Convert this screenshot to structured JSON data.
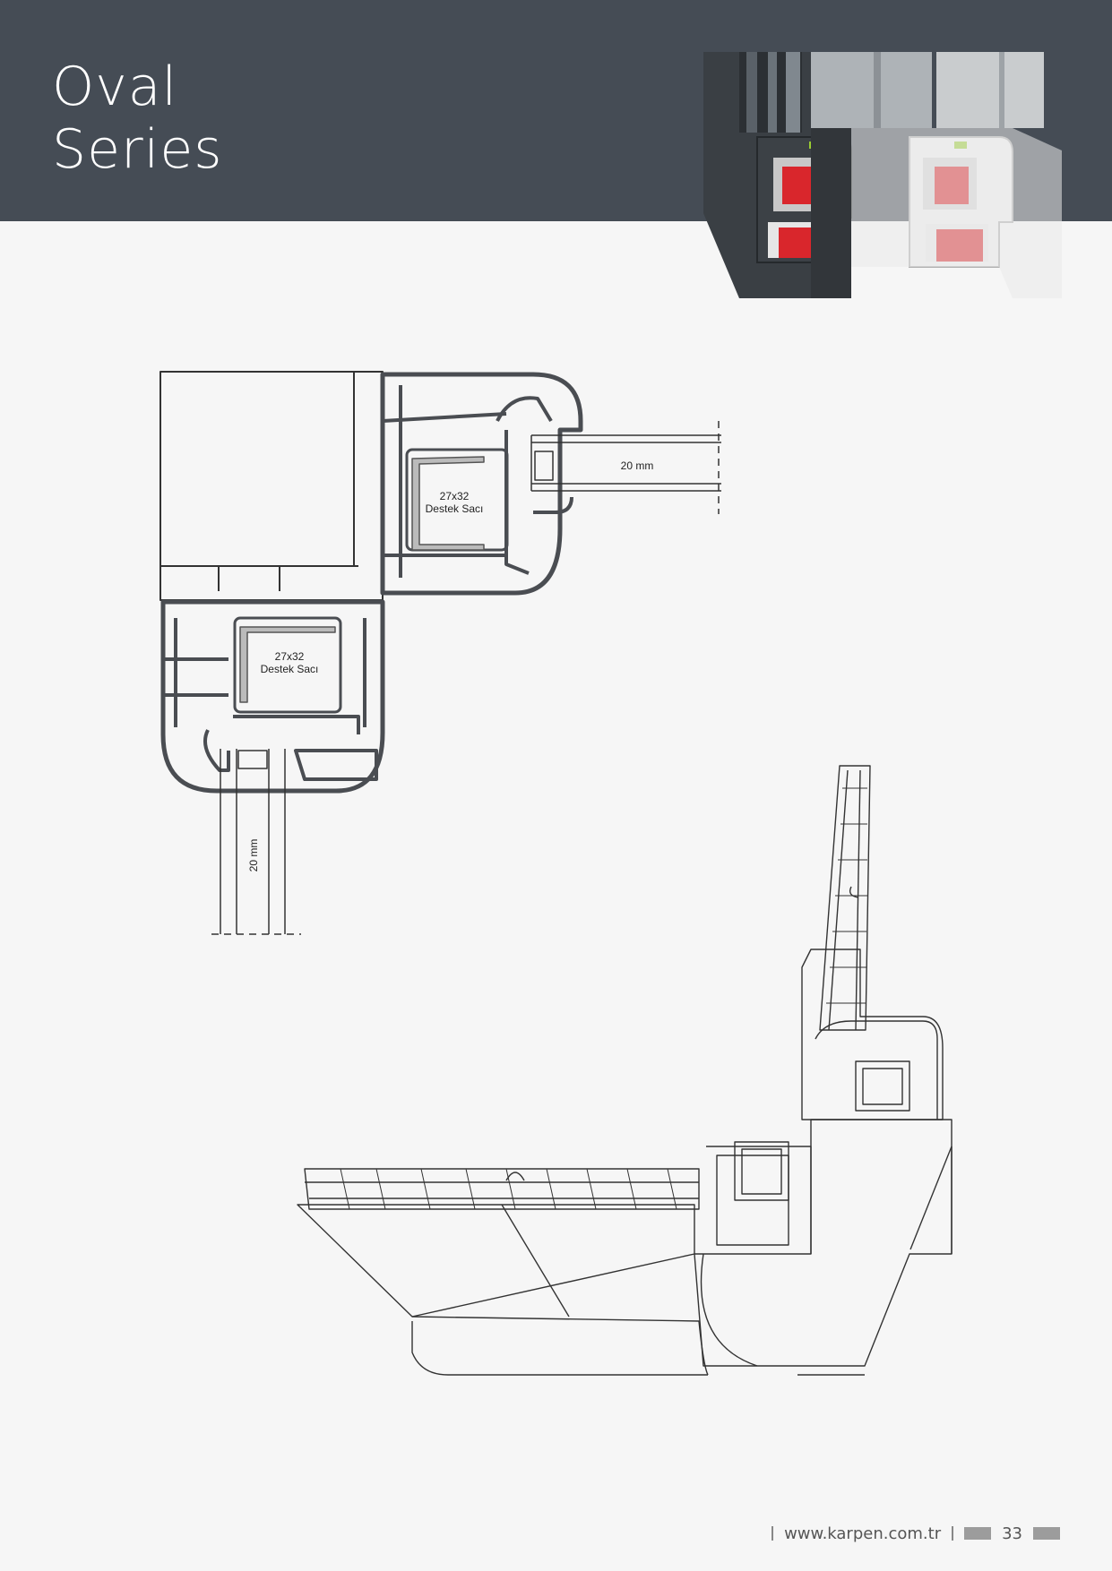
{
  "header": {
    "title_line1": "Oval",
    "title_line2": "Series"
  },
  "drawing1": {
    "steel_label_top": "27x32",
    "steel_label_bottom": "Destek Sacı",
    "steel2_label_top": "27x32",
    "steel2_label_bottom": "Destek Sacı",
    "glass_horizontal": "20 mm",
    "glass_vertical": "20 mm"
  },
  "footer": {
    "website": "www.karpen.com.tr",
    "page_number": "33"
  },
  "colors": {
    "header_bg": "#454c55",
    "profile_stroke": "#4a4d52",
    "reinforcement_red": "#d9262c",
    "footer_gray": "#9c9c9c"
  }
}
